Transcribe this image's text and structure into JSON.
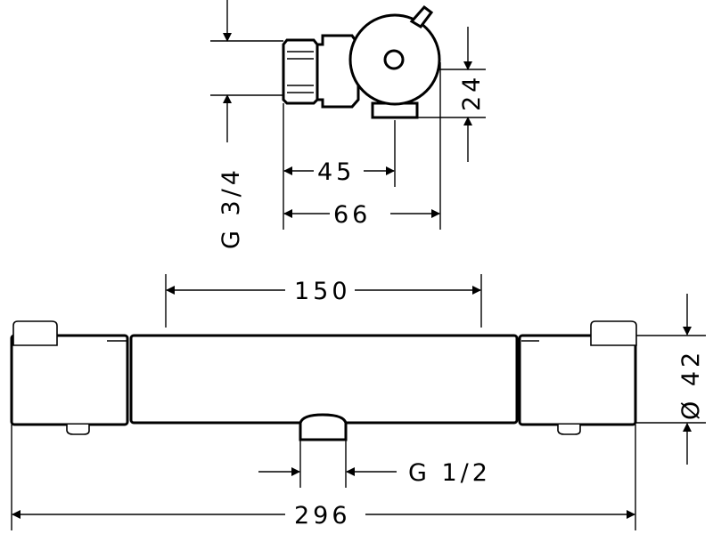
{
  "dimensions": {
    "top_depth": "24",
    "top_inlet_offset": "45",
    "top_overall_depth": "66",
    "inlet_thread": "G 3/4",
    "center_distance": "150",
    "outlet_thread": "G 1/2",
    "body_diameter": "Ø 42",
    "overall_length": "296"
  }
}
